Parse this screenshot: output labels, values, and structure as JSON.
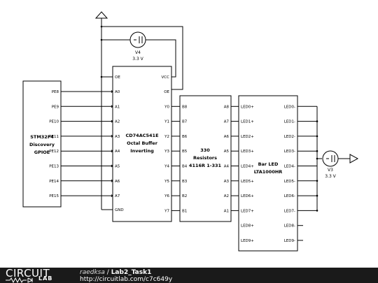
{
  "schematic": {
    "sources": [
      {
        "name": "V4",
        "value": "3.3 V"
      },
      {
        "name": "V3",
        "value": "3.3 V"
      }
    ],
    "discovery": {
      "lines": [
        "STM32F4",
        "Discovery",
        "GPIOE"
      ],
      "pins": [
        "PE8",
        "PE9",
        "PE10",
        "PE11",
        "PE12",
        "PE13",
        "PE14",
        "PE15"
      ]
    },
    "buffer": {
      "lines": [
        "CD74AC541E",
        "Octal Buffer",
        "Inverting"
      ],
      "top_left": "OE",
      "top_right": "VCC",
      "second_right": "OE",
      "inputs": [
        "A0",
        "A1",
        "A2",
        "A3",
        "A4",
        "A5",
        "A6",
        "A7"
      ],
      "outputs": [
        "Y0",
        "Y1",
        "Y2",
        "Y3",
        "Y4",
        "Y5",
        "Y6",
        "Y7"
      ],
      "gnd": "GND"
    },
    "resistors": {
      "lines": [
        "330",
        "Resistors",
        "4116R 1-331"
      ],
      "left_pins": [
        "B8",
        "B7",
        "B6",
        "B5",
        "B4",
        "B3",
        "B2",
        "B1"
      ],
      "right_pins": [
        "A8",
        "A7",
        "A6",
        "A5",
        "A4",
        "A3",
        "A2",
        "A1"
      ]
    },
    "bar_led": {
      "lines": [
        "Bar LED",
        "LTA1000HR"
      ],
      "anodes": [
        "LED0+",
        "LED1+",
        "LED2+",
        "LED3+",
        "LED4+",
        "LED5+",
        "LED6+",
        "LED7+",
        "LED8+",
        "LED9+"
      ],
      "cathodes": [
        "LED0-",
        "LED1-",
        "LED2-",
        "LED3-",
        "LED4-",
        "LED5-",
        "LED6-",
        "LED7-",
        "LED8-",
        "LED9-"
      ]
    }
  },
  "footer": {
    "logo_word": "CIRCUIT",
    "logo_lab": "LAB",
    "owner": "raedksa",
    "separator": "/",
    "project": "Lab2_Task1",
    "url": "http://circuitlab.com/c7c649y"
  }
}
